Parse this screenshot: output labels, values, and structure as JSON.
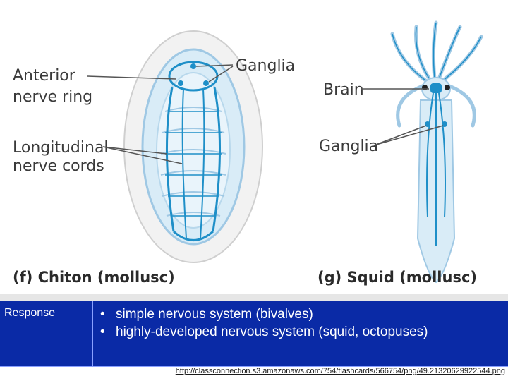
{
  "figure": {
    "chiton": {
      "label_anterior_ring": [
        "Anterior",
        "nerve ring"
      ],
      "label_ganglia": "Ganglia",
      "label_longitudinal": [
        "Longitudinal",
        "nerve cords"
      ],
      "caption": "(f) Chiton (mollusc)"
    },
    "squid": {
      "label_brain": "Brain",
      "label_ganglia": "Ganglia",
      "caption": "(g) Squid (mollusc)"
    },
    "colors": {
      "nerve": "#1e8fc8",
      "body_outline": "#9fc8e4",
      "body_fill": "#d9ecf7"
    }
  },
  "response": {
    "label": "Response",
    "bullets": [
      "simple nervous system (bivalves)",
      "highly-developed nervous system (squid, octopuses)"
    ]
  },
  "source_url": "http://classconnection.s3.amazonaws.com/754/flashcards/566754/png/49.21320629922544.png"
}
